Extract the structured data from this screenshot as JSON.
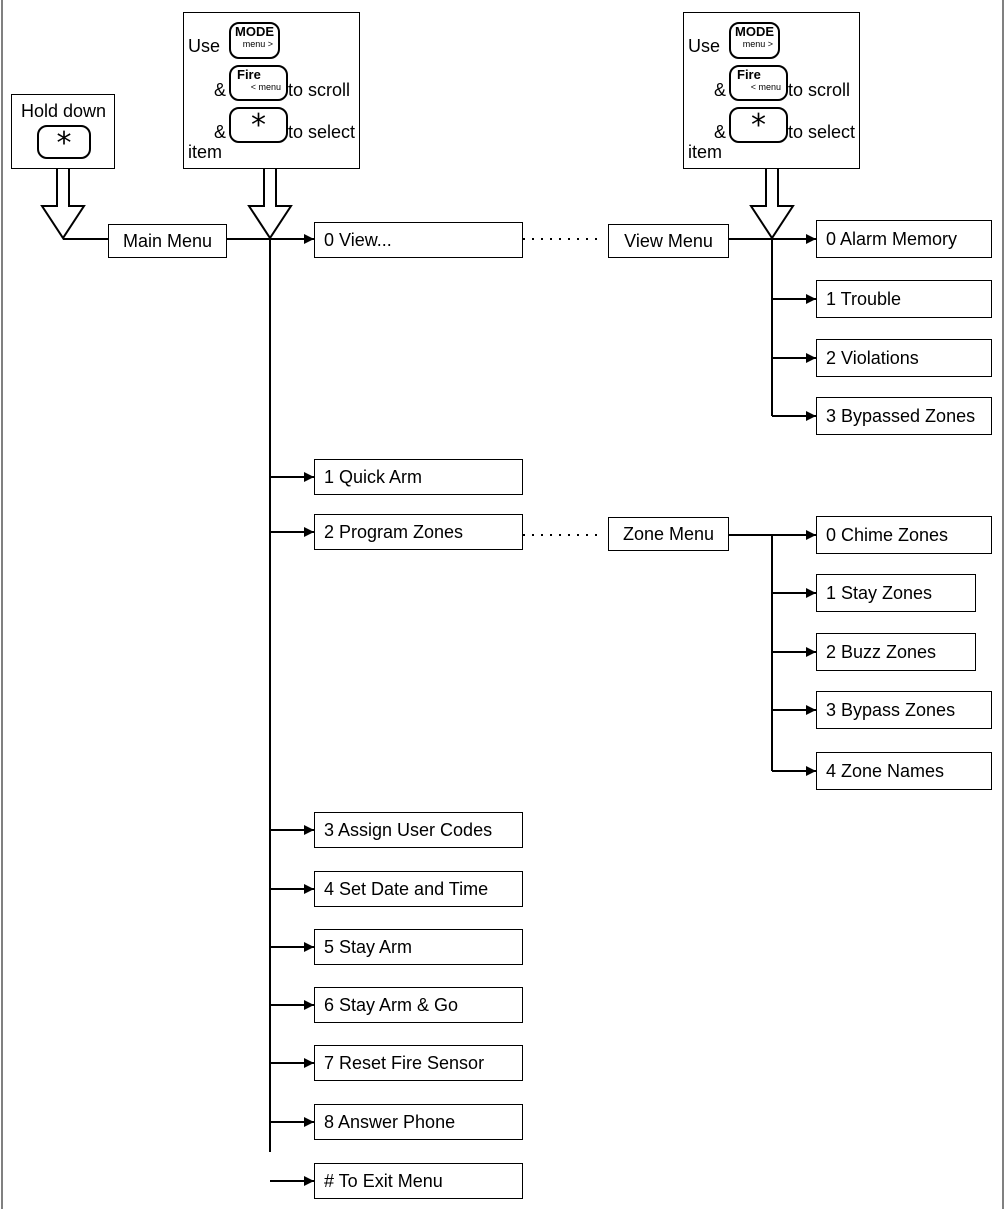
{
  "hold_box": {
    "label": "Hold down",
    "star_key": "*"
  },
  "scroll_box_left": {
    "use": "Use",
    "amp_fire": "&",
    "to_scroll": "to scroll",
    "amp_star": "&",
    "to_select": "to select",
    "item": "item",
    "mode_key": {
      "title": "MODE",
      "sub": "menu >"
    },
    "fire_key": {
      "title": "Fire",
      "sub": "< menu"
    },
    "star_key": "*"
  },
  "scroll_box_right": {
    "use": "Use",
    "amp_fire": "&",
    "to_scroll": "to scroll",
    "amp_star": "&",
    "to_select": "to select",
    "item": "item",
    "mode_key": {
      "title": "MODE",
      "sub": "menu >"
    },
    "fire_key": {
      "title": "Fire",
      "sub": "< menu"
    },
    "star_key": "*"
  },
  "main_menu": {
    "label": "Main Menu"
  },
  "main_items": [
    "0 View...",
    "1 Quick Arm",
    "2 Program Zones",
    "3 Assign User Codes",
    "4 Set Date and Time",
    "5 Stay Arm",
    "6 Stay Arm & Go",
    "7 Reset Fire Sensor",
    "8 Answer Phone",
    "# To Exit Menu"
  ],
  "view_menu": {
    "label": "View Menu",
    "items": [
      "0 Alarm Memory",
      "1 Trouble",
      "2 Violations",
      "3 Bypassed Zones"
    ]
  },
  "zone_menu": {
    "label": "Zone Menu",
    "items": [
      "0 Chime Zones",
      "1 Stay Zones",
      "2 Buzz Zones",
      "3 Bypass Zones",
      "4 Zone Names"
    ]
  }
}
